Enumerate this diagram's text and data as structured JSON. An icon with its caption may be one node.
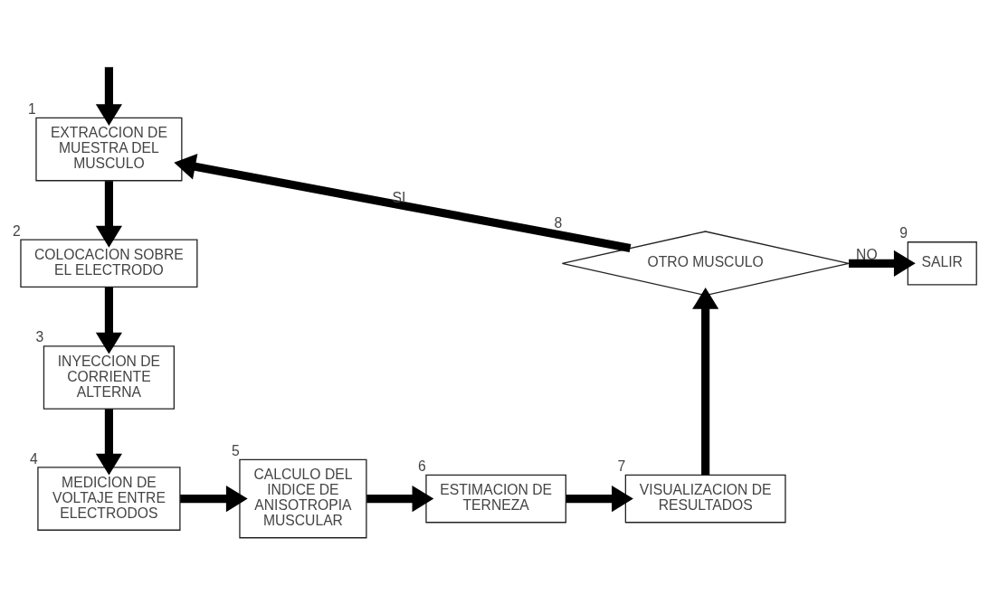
{
  "diagram": {
    "nodes": [
      {
        "text": [
          "EXTRACCION DE MUESTRA DEL MUSCULO"
        ],
        "beside": [
          "1"
        ]
      },
      {
        "text": [
          "COLOCACION SOBRE EL ELECTRODO"
        ],
        "beside": [
          "2"
        ]
      },
      {
        "text": [
          "INYECCION DE CORRIENTE ALTERNA"
        ],
        "beside": [
          "3"
        ]
      },
      {
        "text": [
          "MEDICION DE VOLTAJE ENTRE ELECTRODOS"
        ],
        "beside": [
          "4"
        ]
      },
      {
        "text": [
          "CALCULO DEL INDICE DE ANISOTROPIA MUSCULAR"
        ],
        "beside": [
          "5"
        ]
      },
      {
        "text": [
          "ESTIMACION DE TERNEZA"
        ],
        "beside": [
          "6"
        ]
      },
      {
        "text": [
          "VISUALIZACION DE RESULTADOS"
        ],
        "beside": [
          "7"
        ]
      },
      {
        "text": [
          "OTRO MUSCULO"
        ],
        "beside": [
          "8"
        ]
      },
      {
        "text": [
          "SALIR"
        ],
        "beside": [
          "9"
        ]
      }
    ],
    "edges": [
      {
        "from": null,
        "to": 0,
        "arrow": "to"
      },
      {
        "from": 0,
        "to": 1,
        "arrow": "to"
      },
      {
        "from": 1,
        "to": 2,
        "arrow": "to"
      },
      {
        "from": 2,
        "to": 3,
        "arrow": "to"
      },
      {
        "from": 3,
        "to": 4,
        "arrow": "to"
      },
      {
        "from": 4,
        "to": 5,
        "arrow": "to"
      },
      {
        "from": 5,
        "to": 6,
        "arrow": "to"
      },
      {
        "from": 6,
        "to": 7,
        "arrow": "to"
      },
      {
        "from": 7,
        "to": 0,
        "arrow": "to",
        "label": "SI"
      },
      {
        "from": 7,
        "to": 8,
        "arrow": "to",
        "label": "NO"
      }
    ]
  }
}
